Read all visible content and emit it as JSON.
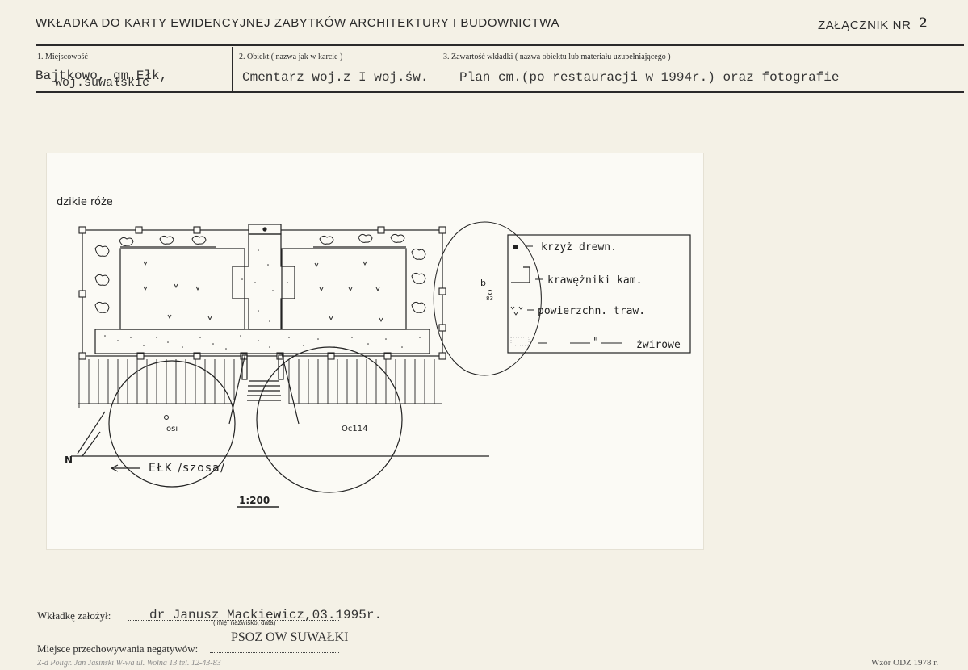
{
  "header": {
    "title": "WKŁADKA DO KARTY EWIDENCYJNEJ ZABYTKÓW ARCHITEKTURY I BUDOWNICTWA",
    "annex_label": "ZAŁĄCZNIK NR",
    "annex_number": "2"
  },
  "fields": {
    "locality": {
      "label": "1. Miejscowość",
      "value_line1": "Bajtkowo, gm.Ełk,",
      "value_line2": "woj.suwalskie"
    },
    "object": {
      "label": "2. Obiekt ( nazwa jak w karcie )",
      "value": "Cmentarz woj.z I woj.św."
    },
    "contents": {
      "label": "3. Zawartość wkładki ( nazwa obiektu lub materiału uzupełniającego )",
      "value": "Plan cm.(po restauracji w 1994r.) oraz fotografie"
    }
  },
  "plan": {
    "roses_label": "dzikie róże",
    "tree_a_label": "osı",
    "tree_b_label": "Oc114",
    "tree_c_label": "b",
    "tree_c_sub": "83",
    "north_label": "N",
    "direction_label": "EŁK /szosa/",
    "scale": "1:200",
    "legend": [
      {
        "symbol": "square-dot",
        "text": "krzyż drewn."
      },
      {
        "symbol": "corner",
        "text": "krawężniki kam."
      },
      {
        "symbol": "grass",
        "text": "powierzchn. traw."
      },
      {
        "symbol": "gravel",
        "text": "żwirowe"
      }
    ],
    "legend_ditto": "\""
  },
  "footer": {
    "founder_label": "Wkładkę założył:",
    "founder_value": "dr Janusz Mackiewicz,03.1995r.",
    "founder_hint": "(imię, nazwisko, data)",
    "storage_label": "Miejsce przechowywania negatywów:",
    "storage_value": "PSOZ OW SUWAŁKI",
    "imprint": "Z-d Poligr. Jan Jasiński W-wa ul. Wolna 13 tel. 12-43-83",
    "pattern": "Wzór ODZ 1978 r."
  }
}
